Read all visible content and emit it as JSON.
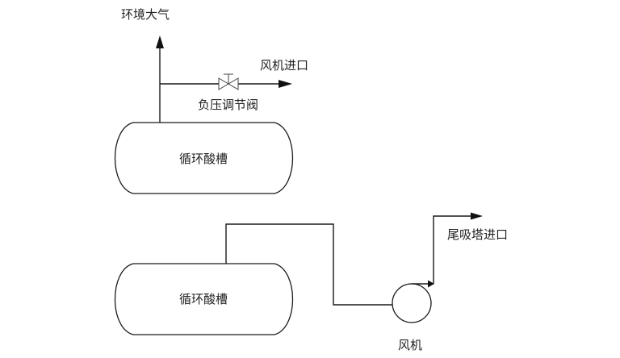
{
  "diagram": {
    "title": "Circulating acid tank venting schemes",
    "top_scheme": {
      "tank_label": "循环酸槽",
      "vent_outlet_label": "环境大气",
      "fan_inlet_label": "风机进口",
      "valve_label": "负压调节阀"
    },
    "bottom_scheme": {
      "tank_label": "循环酸槽",
      "fan_label": "风机",
      "outlet_label": "尾吸塔进口"
    },
    "colors": {
      "line": "#1a1a1a",
      "text": "#222222",
      "background": "#ffffff"
    }
  }
}
